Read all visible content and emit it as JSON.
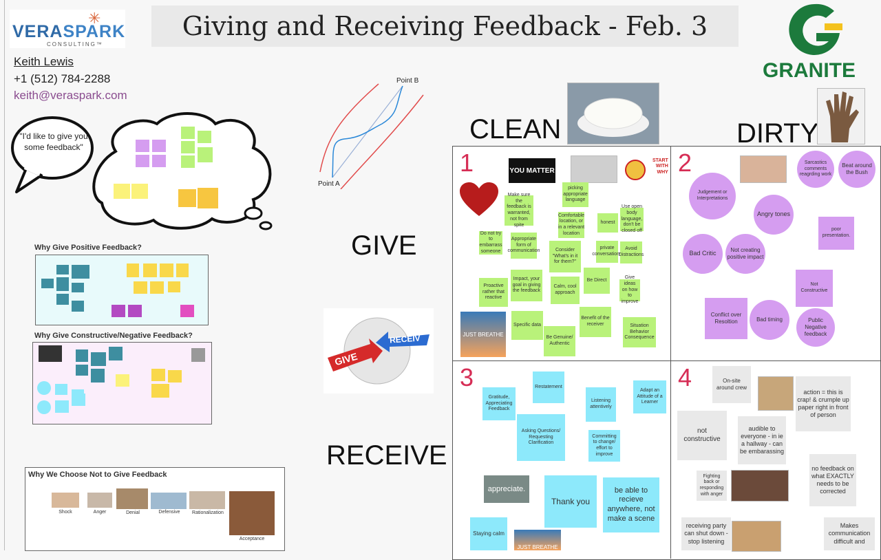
{
  "header": {
    "title": "Giving and Receiving Feedback - Feb. 3"
  },
  "veraspark": {
    "brand": "VERASPARK",
    "brand_a": "VERA",
    "brand_b": "SPARK",
    "sub": "CONSULTING™"
  },
  "contact": {
    "name": "Keith Lewis",
    "phone": "+1 (512) 784-2288",
    "email": "keith@veraspark.com"
  },
  "granite": {
    "brand": "GRANITE"
  },
  "speech_bubble": {
    "text": "\"I'd like to give you some feedback\""
  },
  "thought_bubble": {
    "notes": [
      "",
      "",
      "",
      "",
      "",
      "",
      "",
      "",
      "",
      "",
      "",
      "",
      "",
      ""
    ]
  },
  "diagram": {
    "point_a": "Point A",
    "point_b": "Point B"
  },
  "labels": {
    "give": "GIVE",
    "receive": "RECEIVE",
    "clean": "CLEAN",
    "dirty": "DIRTY"
  },
  "give_receive_logo": {
    "give": "GIVE",
    "receive": "RECEIV"
  },
  "boards": {
    "positive_title": "Why Give Positive Feedback?",
    "constructive_title": "Why Give Constructive/Negative Feedback?",
    "not_give_title": "Why We Choose Not to Give Feedback",
    "not_give_captions": [
      "Shock",
      "Anger",
      "Denial",
      "Defensive",
      "Rationalization",
      "Acceptance"
    ]
  },
  "quadrants": {
    "q1": {
      "number": "1",
      "you_matter": "YOU MATTER",
      "start_with_why_a": "START",
      "start_with_why_b": "WITH",
      "start_with_why_c": "WHY",
      "just_breathe": "JUST BREATHE",
      "notes": [
        "picking appropriate language",
        "Make sure the feedback is warranted, not from spite",
        "Comfortable location, or in a relevant location",
        "honest",
        "Use open body language, don't be closed off",
        "Do not try to embarrass someone",
        "Appropriate form of communication",
        "Consider \"What's in it for them?\"",
        "private conversations",
        "Avoid Distractions",
        "Impact, your goal in giving the feedback",
        "Proactive rather that reactive",
        "Calm, cool approach",
        "Be Direct",
        "Give ideas on how to improve",
        "Specific data",
        "Benefit of the receiver",
        "Be Genuine/ Authentic",
        "Situation Behavior Consequence"
      ]
    },
    "q2": {
      "number": "2",
      "notes": [
        "Sarcastics comments reagrding work",
        "Beat around the Bush",
        "Judgement or Interpretations",
        "Angry tones",
        "poor presentation.",
        "Bad Critic",
        "Not creating positive impact",
        "Not Constructive",
        "Conflict over Resoltion",
        "Bad timing",
        "Public Negative feedback"
      ]
    },
    "q3": {
      "number": "3",
      "appreciate": "appreciate.",
      "just_breathe": "JUST BREATHE",
      "notes": [
        "Restatement",
        "Gratitude, Appreciating Feedback",
        "Listening attentively",
        "Adapt an Attitude of a Learner",
        "Asking Questions/ Requesting Clarification",
        "Committing to change/ effort to improve",
        "Thank you",
        "be able to recieve anywhere, not make a scene",
        "Staying calm"
      ]
    },
    "q4": {
      "number": "4",
      "notes": [
        "On-site around crew",
        "action = this is crap! & crumple up paper right in front of person",
        "not constructive",
        "audible to everyone - in ie a hallway - can be embarassing",
        "Fighting back or responding with anger",
        "no feedback on what EXACTLY needs to be corrected",
        "receiving party can shut down - stop listening",
        "Makes communication difficult and"
      ]
    }
  },
  "colors": {
    "accent_red": "#d62d55",
    "sticky_green": "#b9f27a",
    "sticky_purple": "#d59df0",
    "sticky_blue": "#8de9fb",
    "granite_green": "#1c7a3c"
  }
}
